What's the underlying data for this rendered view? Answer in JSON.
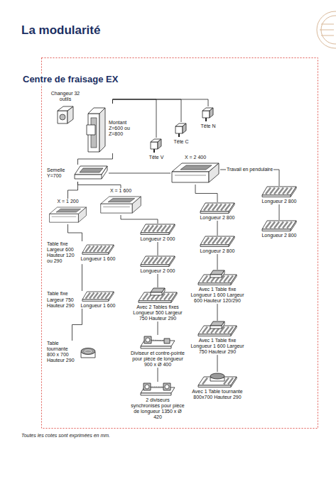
{
  "diagram": {
    "title": "La modularité",
    "caption": "Toutes les cotes sont exprimées en mm.",
    "nodes": [
      {
        "text": [
          "Changeur 32 outils"
        ]
      },
      {
        "text": [
          "Montant Z=600 ou Z=800"
        ]
      },
      {
        "text": [
          "Tête N"
        ]
      },
      {
        "text": [
          "Tête C"
        ]
      },
      {
        "text": [
          "Tête V"
        ]
      },
      {
        "text": [
          "Semelle Y=700"
        ]
      },
      {
        "text": [
          "X = 2 400"
        ]
      },
      {
        "text": [
          "X = 1 600"
        ]
      },
      {
        "text": [
          "X = 1 200"
        ]
      },
      {
        "text": [
          "Table fixe Largeur 600 Hauteur 120 ou 290",
          "Longueur 1 600"
        ]
      },
      {
        "text": [
          "Table fixe Largeur 750 Hauteur 290",
          "Longueur 1 600"
        ]
      },
      {
        "text": [
          "Table tournante 800 x 700 Hauteur 290"
        ]
      },
      {
        "text": [
          "Longueur 2 000"
        ]
      },
      {
        "text": [
          "Longueur 2 000"
        ]
      },
      {
        "text": [
          "Avec 2 Tables fixes Longueur 500 Largeur 750 Hauteur 290"
        ]
      },
      {
        "text": [
          "Diviseur et contre-pointe pour pièce de longueur 900 x Ø 400"
        ]
      },
      {
        "text": [
          "2 diviseurs synchronisés pour pièce de longueur 1350 x Ø 420"
        ]
      },
      {
        "text": [
          "Longueur 2 800"
        ]
      },
      {
        "text": [
          "Longueur 2 800"
        ]
      },
      {
        "text": [
          "Avec 1 Table fixe Longueur 1 600 Largeur 600 Hauteur 120/290"
        ]
      },
      {
        "text": [
          "Avec 1 Table fixe Longueur 1 600 Largeur 750 Hauteur 290"
        ]
      },
      {
        "text": [
          "Avec 1 Table tournante 800x700 Hauteur 290"
        ]
      },
      {
        "text": [
          "Longueur 2 800"
        ]
      },
      {
        "text": [
          "Longueur 2 800"
        ]
      }
    ],
    "edges": [
      {
        "from": 1,
        "to": 2,
        "arrow": "none"
      },
      {
        "from": 1,
        "to": 3,
        "arrow": "none"
      },
      {
        "from": 1,
        "to": 4,
        "arrow": "none"
      },
      {
        "from": 1,
        "to": 5,
        "arrow": "none"
      },
      {
        "from": 5,
        "to": 6,
        "arrow": "none"
      },
      {
        "from": 5,
        "to": 7,
        "arrow": "none"
      },
      {
        "from": 5,
        "to": 8,
        "arrow": "none"
      },
      {
        "from": 8,
        "to": 9,
        "arrow": "none"
      },
      {
        "from": 9,
        "to": 10,
        "arrow": "none"
      },
      {
        "from": 10,
        "to": 11,
        "arrow": "none"
      },
      {
        "from": 7,
        "to": 12,
        "arrow": "none"
      },
      {
        "from": 12,
        "to": 13,
        "arrow": "none"
      },
      {
        "from": 13,
        "to": 14,
        "arrow": "none"
      },
      {
        "from": 14,
        "to": 15,
        "arrow": "none"
      },
      {
        "from": 15,
        "to": 16,
        "arrow": "none"
      },
      {
        "from": 6,
        "to": 17,
        "arrow": "none"
      },
      {
        "from": 17,
        "to": 18,
        "arrow": "none"
      },
      {
        "from": 18,
        "to": 19,
        "arrow": "none"
      },
      {
        "from": 19,
        "to": 20,
        "arrow": "none"
      },
      {
        "from": 20,
        "to": 21,
        "arrow": "none"
      },
      {
        "from": 6,
        "to": 22,
        "label": "Travail en pendulaire",
        "arrow": "none"
      },
      {
        "from": 22,
        "to": 23,
        "arrow": "none"
      }
    ],
    "labels": [
      "Centre de fraisage EX"
    ]
  }
}
